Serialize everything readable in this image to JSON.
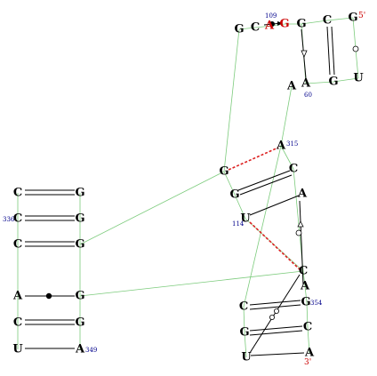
{
  "diagram": {
    "nucleotides": [
      {
        "id": "g5",
        "label": "G"
      },
      {
        "id": "c_top",
        "label": "C"
      },
      {
        "id": "g_top",
        "label": "G"
      },
      {
        "id": "g109",
        "label": "G"
      },
      {
        "id": "a_top",
        "label": "A"
      },
      {
        "id": "c_top_l",
        "label": "C"
      },
      {
        "id": "g_top_l",
        "label": "G"
      },
      {
        "id": "a_mid",
        "label": "A"
      },
      {
        "id": "a60",
        "label": "A"
      },
      {
        "id": "g_r",
        "label": "G"
      },
      {
        "id": "u_r",
        "label": "U"
      },
      {
        "id": "a315",
        "label": "A"
      },
      {
        "id": "g_ml",
        "label": "G"
      },
      {
        "id": "c_m",
        "label": "C"
      },
      {
        "id": "a_m",
        "label": "A"
      },
      {
        "id": "g_m",
        "label": "G"
      },
      {
        "id": "u114",
        "label": "U"
      },
      {
        "id": "c_lo",
        "label": "C"
      },
      {
        "id": "a_lo",
        "label": "A"
      },
      {
        "id": "c_b1",
        "label": "C"
      },
      {
        "id": "g354",
        "label": "G"
      },
      {
        "id": "g_b2",
        "label": "G"
      },
      {
        "id": "c_b2",
        "label": "C"
      },
      {
        "id": "u_b3",
        "label": "U"
      },
      {
        "id": "a3",
        "label": "A"
      },
      {
        "id": "l_c1",
        "label": "C"
      },
      {
        "id": "l_g1",
        "label": "G"
      },
      {
        "id": "l_c336",
        "label": "C"
      },
      {
        "id": "l_g2",
        "label": "G"
      },
      {
        "id": "l_c3",
        "label": "C"
      },
      {
        "id": "l_g3",
        "label": "G"
      },
      {
        "id": "l_a",
        "label": "A"
      },
      {
        "id": "l_g4",
        "label": "G"
      },
      {
        "id": "l_c5",
        "label": "C"
      },
      {
        "id": "l_g5",
        "label": "G"
      },
      {
        "id": "l_u",
        "label": "U"
      },
      {
        "id": "l_a349",
        "label": "A"
      }
    ],
    "numbers": [
      {
        "id": "n109",
        "label": "109"
      },
      {
        "id": "n60",
        "label": "60"
      },
      {
        "id": "n315",
        "label": "315"
      },
      {
        "id": "n114",
        "label": "114"
      },
      {
        "id": "n354",
        "label": "354"
      },
      {
        "id": "n336",
        "label": "336"
      },
      {
        "id": "n349",
        "label": "349"
      }
    ],
    "terminals": [
      {
        "id": "t5",
        "label": "5'"
      },
      {
        "id": "t3",
        "label": "3'"
      }
    ],
    "colors": {
      "backbone": "#7ccb7c",
      "pair": "#000000",
      "tertiary": "#dd2222",
      "numbers": "#00008b",
      "terminal": "#cc0000"
    }
  }
}
